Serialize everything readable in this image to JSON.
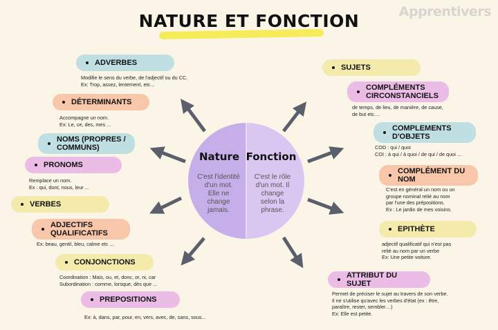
{
  "title": "NATURE ET FONCTION",
  "brand": "Apprentivers",
  "center": {
    "nature_title": "Nature",
    "nature_text": "C'est l'identité\nd'un mot.\nElle ne\nchange\njamais.",
    "fonction_title": "Fonction",
    "fonction_text": "C'est le rôle\nd'un mot. Il\nchange\nselon la\nphrase."
  },
  "left_items": [
    {
      "label": "ADVERBES",
      "desc": "Modifie le sens du verbe, de l'adjectif ou du CC.\nEx: Trop, assez, lentement, etc..."
    },
    {
      "label": "DÉTERMINANTS",
      "desc": "Accompagne un nom.\nEx: Le, ce, des, mes ..."
    },
    {
      "label": "NOMS (PROPRES /\nCOMMUNS)",
      "desc": ""
    },
    {
      "label": "PRONOMS",
      "desc": "Remplace un nom.\nEx : qui, dont, nous, leur ..."
    },
    {
      "label": "VERBES",
      "desc": ""
    },
    {
      "label": "ADJECTIFS\nQUALIFICATIFS",
      "desc": "Ex: beau, gentil, bleu, calme etc ..."
    },
    {
      "label": "CONJONCTIONS",
      "desc": "Coordination : Mais, ou, et, donc, or, ni, car\nSubordination : comme, lorsque, dès que ..."
    },
    {
      "label": "PREPOSITIONS",
      "desc": "Ex: à, dans, par, pour, en, vers, avec, de, sans, sous..."
    }
  ],
  "right_items": [
    {
      "label": "SUJETS",
      "desc": ""
    },
    {
      "label": "COMPLÉMENTS\nCIRCONSTANCIELS",
      "desc": "de temps, de lieu, de manière, de cause,\nde but etc...."
    },
    {
      "label": "COMPLEMENTS\nD'OBJETS",
      "desc": "COD : qui / quoi\nCOI : à qui / à quoi / de qui / de quoi ..."
    },
    {
      "label": "COMPLÉMENT DU\nNOM",
      "desc": "C'est en général un nom ou un\ngroupe nominal relié au nom\npar l'une des prépositions.\nEx : Le jardin de mes voisins."
    },
    {
      "label": "EPITHÈTE",
      "desc": "adjectif qualificatif qui n'est pas\nrelié au nom par un verbe\nEx: Une petite voiture."
    },
    {
      "label": "ATTRIBUT DU SUJET",
      "desc": "Permet de préciser le sujet au travers de son verbe.\nIl ne s'utilise qu'avec les verbes d'état (ex : être,\nparaître, rester, sembler....)\nEx: Elle est petite."
    }
  ],
  "colors": {
    "background": "#fbf5e8",
    "nature": "#c6aee9",
    "fonction": "#d9c7f2",
    "arrow": "#5b5e6b",
    "highlight": "#f6ec5a"
  }
}
